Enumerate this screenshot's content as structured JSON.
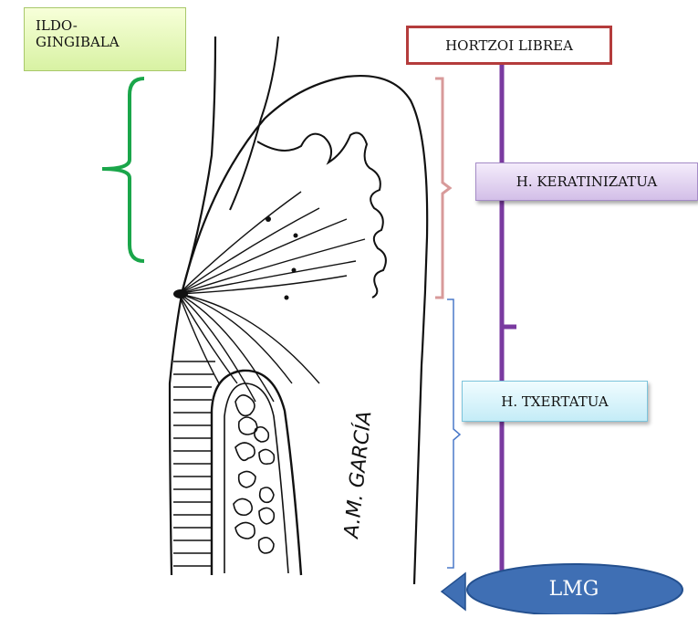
{
  "labels": {
    "ildo_line1": "ILDO-",
    "ildo_line2": "GINGIBALA",
    "hortzoi": "HORTZOI LIBREA",
    "keratinizatua": "H. KERATINIZATUA",
    "txertatua": "H. TXERTATUA",
    "lmg": "LMG"
  },
  "signature": "A.M. GARCÍA",
  "colors": {
    "ildo_bracket": "#1aa64a",
    "keratinizatua_bracket": "#d89a9a",
    "txertatua_bracket": "#4a78c8",
    "hortzoi_border": "#b43c3c",
    "vertical_line": "#7a3aa0",
    "lmg_fill": "#3f6fb4",
    "lmg_stroke": "#24508f"
  }
}
